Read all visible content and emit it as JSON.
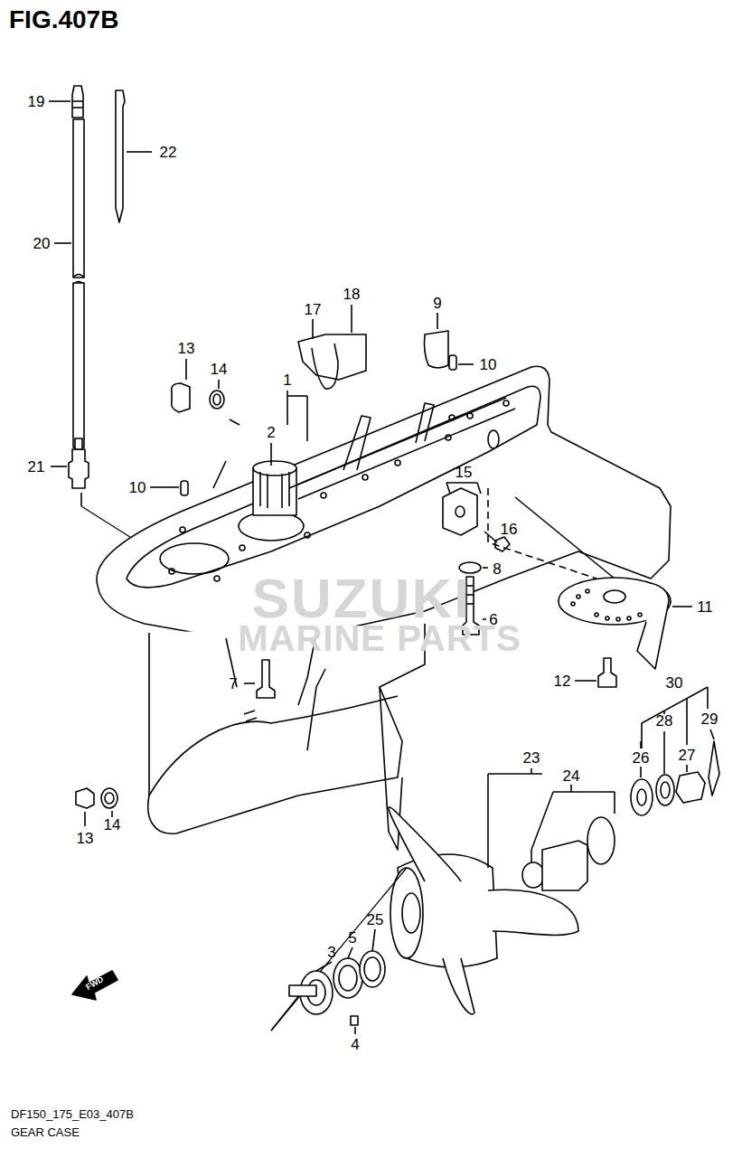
{
  "diagram": {
    "title": "FIG.407B",
    "caption": "GEAR CASE",
    "nodes": [],
    "edges": [],
    "labels": [
      "19",
      "22",
      "20",
      "18",
      "17",
      "9",
      "10",
      "13",
      "14",
      "1",
      "2",
      "21",
      "10",
      "15",
      "16",
      "8",
      "6",
      "11",
      "7",
      "12",
      "30",
      "29",
      "26",
      "28",
      "27",
      "23",
      "24",
      "13",
      "14",
      "25",
      "5",
      "3",
      "4",
      "SUZUKI",
      "MARINE PARTS",
      "FWD",
      "DF150_175_E03_407B"
    ]
  }
}
